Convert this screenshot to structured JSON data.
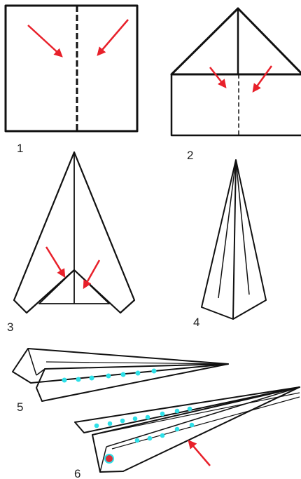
{
  "steps": [
    {
      "label": "1"
    },
    {
      "label": "2"
    },
    {
      "label": "3"
    },
    {
      "label": "4"
    },
    {
      "label": "5"
    },
    {
      "label": "6"
    }
  ],
  "colors": {
    "line": "#111111",
    "arrow": "#e8202a",
    "dot": "#2ee0e8",
    "weight": "#d8303a",
    "background": "#ffffff"
  },
  "icons": {
    "arrow": "red-fold-arrow-icon",
    "dot": "cyan-dot-icon",
    "weight": "red-weight-dot-icon"
  }
}
